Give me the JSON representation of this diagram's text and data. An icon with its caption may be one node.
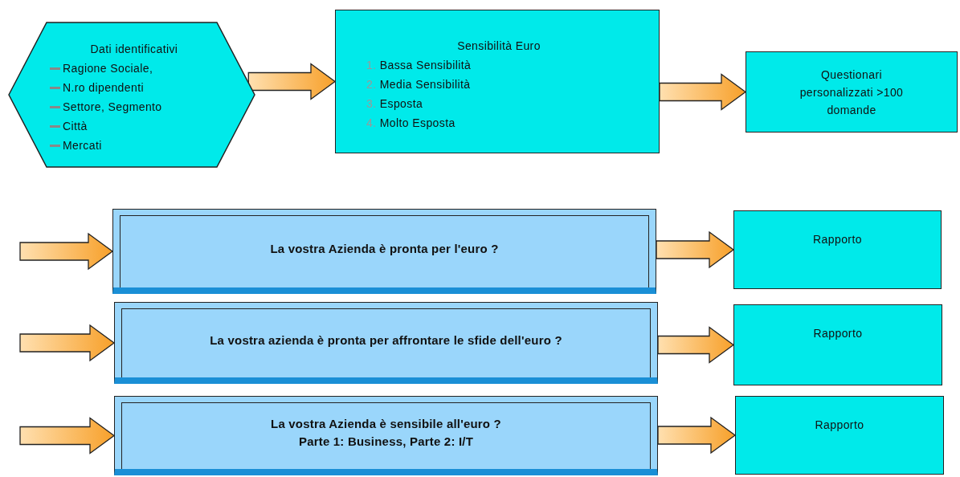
{
  "diagram": {
    "nodes": [
      {
        "text": [
          "Dati identificativi",
          "Ragione Sociale,",
          "N.ro dipendenti",
          "Settore, Segmento",
          "Città",
          "Mercati"
        ]
      },
      {
        "text": [
          "Sensibilità Euro",
          "1. Bassa Sensibilità",
          "2. Media Sensibilità",
          "3. Esposta",
          "4. Molto Esposta"
        ]
      },
      {
        "text": [
          "Questionari personalizzati >100 domande"
        ]
      },
      {
        "text": [
          "La vostra Azienda è pronta per l'euro ?"
        ]
      },
      {
        "text": [
          "La vostra azienda è pronta per affrontare le sfide dell'euro ?"
        ]
      },
      {
        "text": [
          "La vostra Azienda è sensibile all'euro ?",
          "Parte 1: Business, Parte 2: I/T"
        ]
      },
      {
        "text": [
          "Rapporto"
        ]
      },
      {
        "text": [
          "Rapporto"
        ]
      },
      {
        "text": [
          "Rapporto"
        ]
      }
    ],
    "edges": [
      {
        "from": 0,
        "to": 1,
        "arrow": "to"
      },
      {
        "from": 1,
        "to": 2,
        "arrow": "to"
      },
      {
        "from": null,
        "to": 3,
        "arrow": "to"
      },
      {
        "from": null,
        "to": 4,
        "arrow": "to"
      },
      {
        "from": null,
        "to": 5,
        "arrow": "to"
      },
      {
        "from": 3,
        "to": 6,
        "arrow": "to"
      },
      {
        "from": 4,
        "to": 7,
        "arrow": "to"
      },
      {
        "from": 5,
        "to": 8,
        "arrow": "to"
      }
    ]
  }
}
